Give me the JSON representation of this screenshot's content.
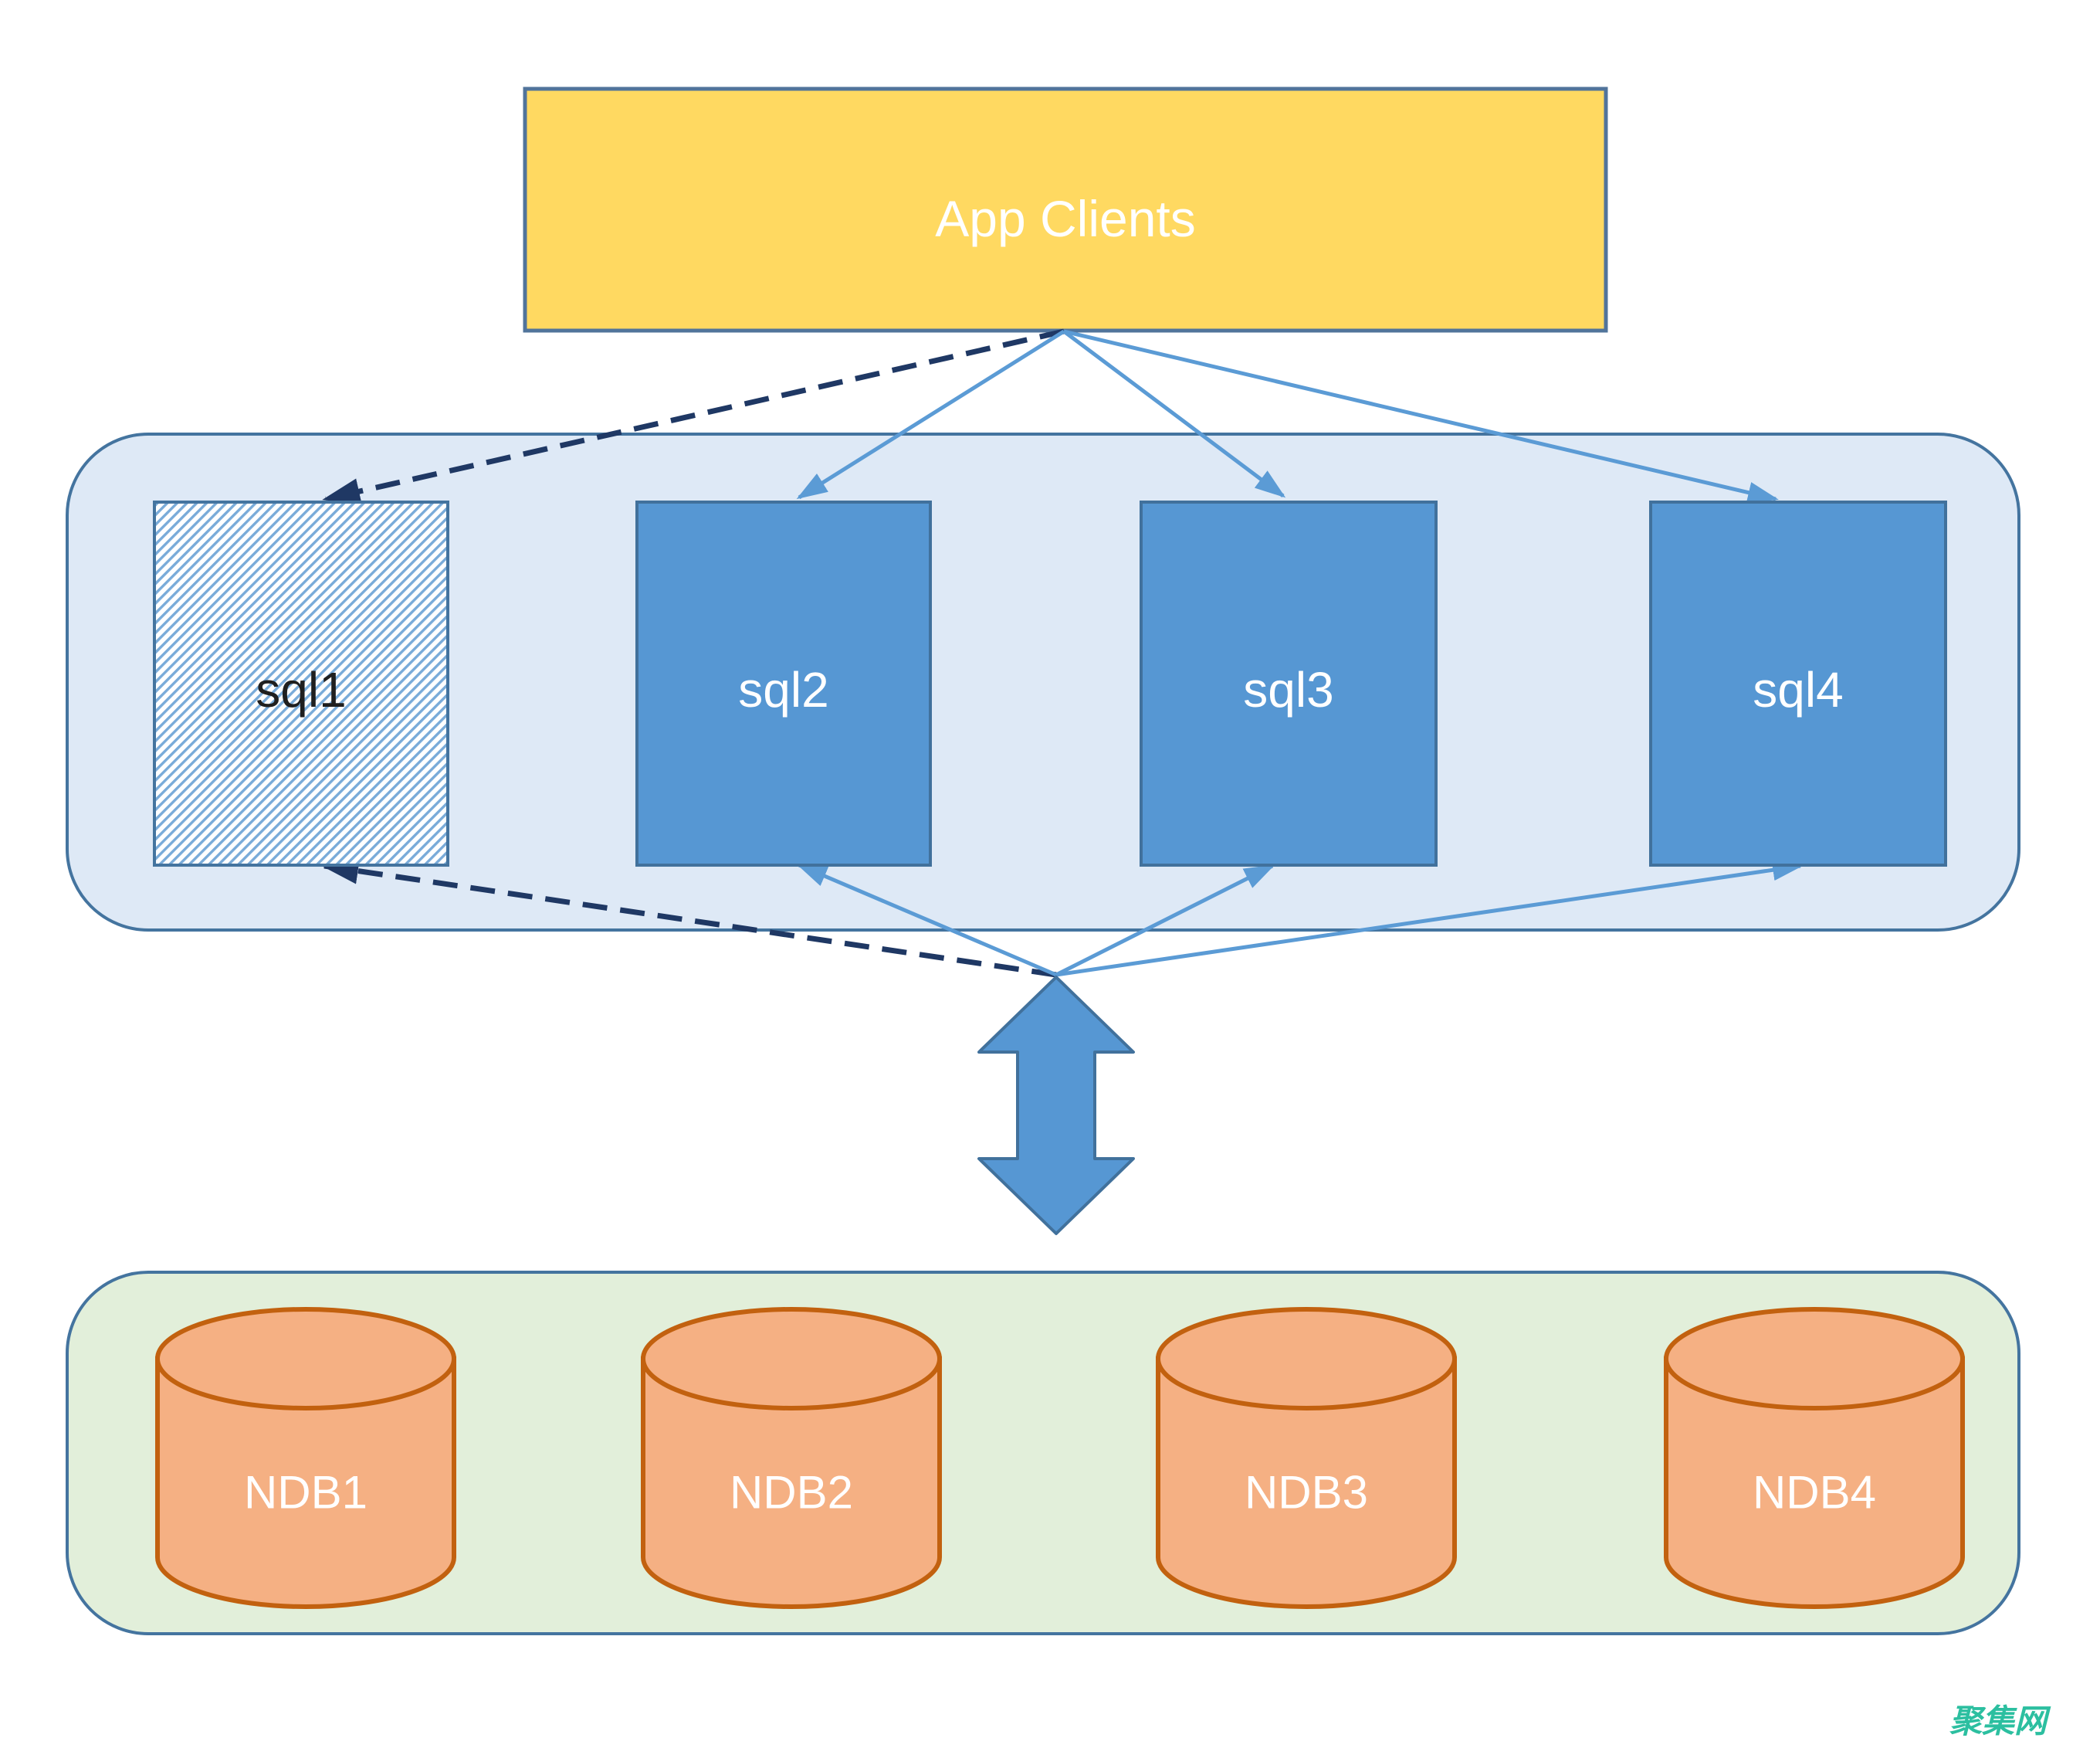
{
  "app_clients": {
    "label": "App Clients"
  },
  "sql_layer": {
    "nodes": [
      {
        "label": "sql1",
        "style": "hatched"
      },
      {
        "label": "sql2",
        "style": "solid"
      },
      {
        "label": "sql3",
        "style": "solid"
      },
      {
        "label": "sql4",
        "style": "solid"
      }
    ]
  },
  "ndb_layer": {
    "nodes": [
      {
        "label": "NDB1"
      },
      {
        "label": "NDB2"
      },
      {
        "label": "NDB3"
      },
      {
        "label": "NDB4"
      }
    ]
  },
  "arrows": [
    {
      "from": "App Clients",
      "to": "sql1",
      "style": "dashed"
    },
    {
      "from": "App Clients",
      "to": "sql2",
      "style": "solid"
    },
    {
      "from": "App Clients",
      "to": "sql3",
      "style": "solid"
    },
    {
      "from": "App Clients",
      "to": "sql4",
      "style": "solid"
    },
    {
      "from": "ndb-cluster",
      "to": "sql1",
      "style": "dashed"
    },
    {
      "from": "ndb-cluster",
      "to": "sql2",
      "style": "solid"
    },
    {
      "from": "ndb-cluster",
      "to": "sql3",
      "style": "solid"
    },
    {
      "from": "ndb-cluster",
      "to": "sql4",
      "style": "solid"
    },
    {
      "from": "sql-cluster",
      "to": "ndb-cluster",
      "style": "double-headed-block-arrow"
    }
  ],
  "watermark": {
    "text": "聚集网"
  },
  "colors": {
    "app_clients_fill": "#FFD961",
    "app_clients_border": "#51749B",
    "sql_container_fill": "#DEE9F6",
    "ndb_container_fill": "#E2EFDA",
    "container_border": "#44749F",
    "sql_fill": "#5697D3",
    "sql_border": "#41719C",
    "sql_hatch_stripe": "#79ABD9",
    "sql_hatch_bg": "#FFFFFF",
    "ndb_fill": "#F5B083",
    "ndb_border": "#C2610F",
    "arrow_solid": "#5B9BD5",
    "arrow_dashed": "#1F3864",
    "double_arrow_fill": "#5697D3",
    "double_arrow_border": "#41719C",
    "watermark_color": "#2CBFA0"
  }
}
